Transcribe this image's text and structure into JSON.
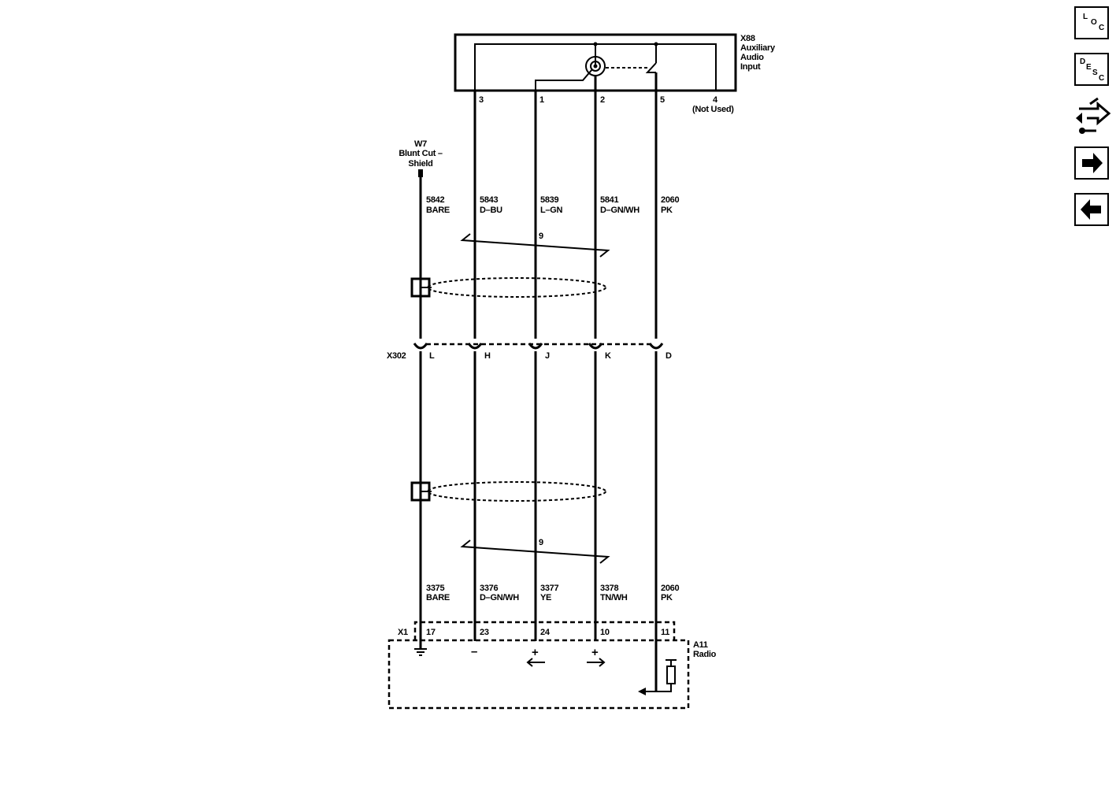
{
  "components": {
    "x88": {
      "id": "X88",
      "name_lines": [
        "Auxiliary",
        "Audio",
        "Input"
      ]
    },
    "w7": {
      "id": "W7",
      "desc_lines": [
        "Blunt Cut –",
        "Shield"
      ]
    },
    "x302": {
      "id": "X302"
    },
    "x1": {
      "id": "X1"
    },
    "a11": {
      "id": "A11",
      "name": "Radio"
    }
  },
  "x88_pins": [
    "3",
    "1",
    "2",
    "5",
    "4",
    "(Not Used)"
  ],
  "upper_circuits": [
    {
      "num": "5842",
      "color": "BARE"
    },
    {
      "num": "5843",
      "color": "D–BU"
    },
    {
      "num": "5839",
      "color": "L–GN"
    },
    {
      "num": "5841",
      "color": "D–GN/WH"
    },
    {
      "num": "2060",
      "color": "PK"
    }
  ],
  "x302_pins": [
    "L",
    "H",
    "J",
    "K",
    "D"
  ],
  "lower_circuits": [
    {
      "num": "3375",
      "color": "BARE"
    },
    {
      "num": "3376",
      "color": "D–GN/WH"
    },
    {
      "num": "3377",
      "color": "YE"
    },
    {
      "num": "3378",
      "color": "TN/WH"
    },
    {
      "num": "2060",
      "color": "PK"
    }
  ],
  "x1_pins": [
    "17",
    "23",
    "24",
    "10",
    "11"
  ],
  "twist_count": "9",
  "polarity": {
    "minus": "–",
    "plus1": "+",
    "plus2": "+"
  },
  "toolbar": {
    "loc": [
      "L",
      "O",
      "C"
    ],
    "desc": [
      "D",
      "E",
      "S",
      "C"
    ]
  }
}
